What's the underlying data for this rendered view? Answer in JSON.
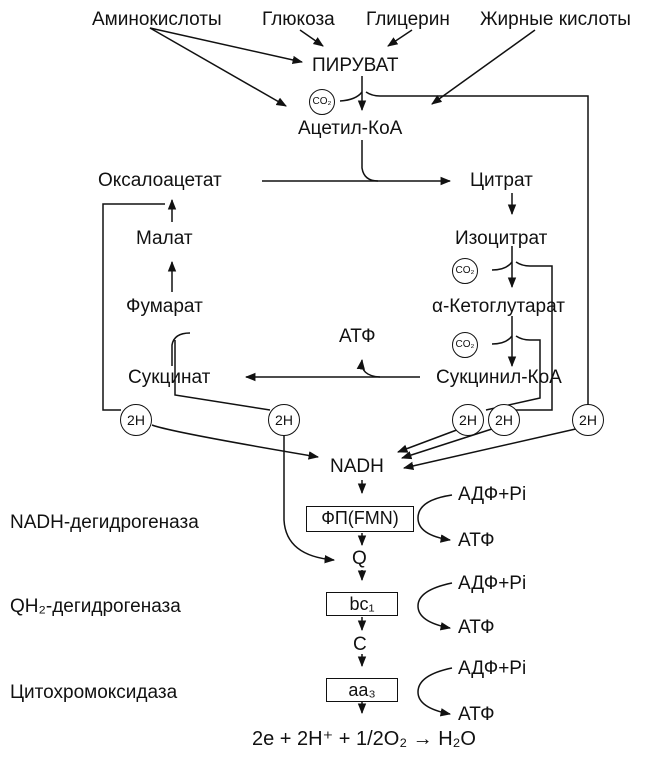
{
  "sources": {
    "amino_acids": "Аминокислоты",
    "glucose": "Глюкоза",
    "glycerol": "Глицерин",
    "fatty_acids": "Жирные кислоты"
  },
  "metabolites": {
    "pyruvate": "ПИРУВАТ",
    "acetyl_coa": "Ацетил-КоА",
    "oxaloacetate": "Оксалоацетат",
    "citrate": "Цитрат",
    "isocitrate": "Изоцитрат",
    "ketoglutarate": "α-Кетоглутарат",
    "succinyl_coa": "Сукцинил-КоА",
    "succinate": "Сукцинат",
    "fumarate": "Фумарат",
    "malate": "Малат",
    "atp_cycle": "АТФ",
    "nadh": "NADH",
    "q": "Q",
    "c": "C"
  },
  "co2_label": "CO₂",
  "hydrogen_label": "2H",
  "enzymes": {
    "nadh_dehydrogenase": "NADH-дегидрогеназа",
    "qh2_dehydrogenase": "QH₂-дегидрогеназа",
    "cytochrome_oxidase": "Цитохромоксидаза"
  },
  "complexes": {
    "fp_fmn": "ФП(FMN)",
    "bc1": "bc₁",
    "aa3": "aa₃"
  },
  "phosphorylation": {
    "adp_pi": "АДФ+Pi",
    "atp": "АТФ"
  },
  "final_reaction": "2e + 2H⁺ + 1/2O₂ → H₂O",
  "colors": {
    "ink": "#111111",
    "background": "#ffffff"
  }
}
